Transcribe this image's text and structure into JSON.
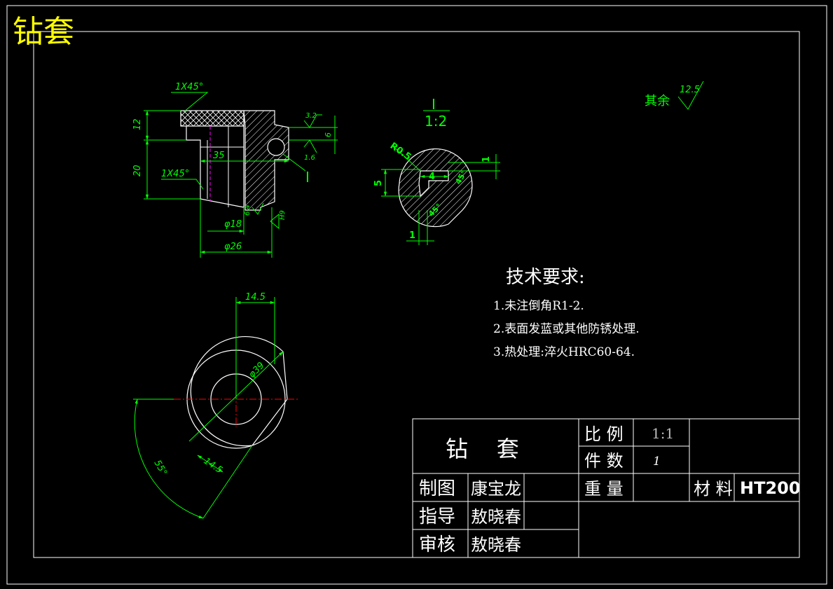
{
  "drawing": {
    "title": "钻套",
    "detail_view": {
      "label": "I",
      "scale": "1:2"
    },
    "surface_finish_rest": {
      "label": "其余",
      "value": "12.5"
    },
    "front_view_dims": {
      "chamfer_top": "1X45°",
      "chamfer_mid": "1X45°",
      "h12": "12",
      "h20": "20",
      "r32": "3.2",
      "h6": "6",
      "r16": "1.6",
      "d35": "35",
      "detail_ref": "I",
      "r64": "6.4",
      "d18": "φ18",
      "d26": "φ26",
      "tol": "H9"
    },
    "detail_dims": {
      "r05": "R0.5",
      "d1_top": "1",
      "d5": "5",
      "d4": "4",
      "a45a": "45°",
      "a45b": "45°",
      "d1_bot": "1"
    },
    "top_view_dims": {
      "w145a": "14.5",
      "d39": "φ39",
      "w145b": "14.5",
      "a55": "55°"
    },
    "tech_requirements": {
      "heading": "技术要求:",
      "items": [
        "1.未注倒角R1-2.",
        "2.表面发蓝或其他防锈处理.",
        "3.热处理:淬火HRC60-64."
      ]
    }
  },
  "title_block": {
    "part_name": "钻    套",
    "scale_label": "比 例",
    "scale_value": "1:1",
    "qty_label": "件 数",
    "qty_value": "1",
    "weight_label": "重 量",
    "material_label": "材 料",
    "material_value": "HT200",
    "drawn_label": "制图",
    "drawn_name": "康宝龙",
    "guide_label": "指导",
    "guide_name": "敖晓春",
    "review_label": "审核",
    "review_name": "敖晓春"
  },
  "colors": {
    "background": "#000000",
    "frame": "#ffffff",
    "geometry": "#ffffff",
    "dimension": "#00ff00",
    "centerline": "#ff0000",
    "hidden": "#ff00ff",
    "title": "#ffff00"
  }
}
